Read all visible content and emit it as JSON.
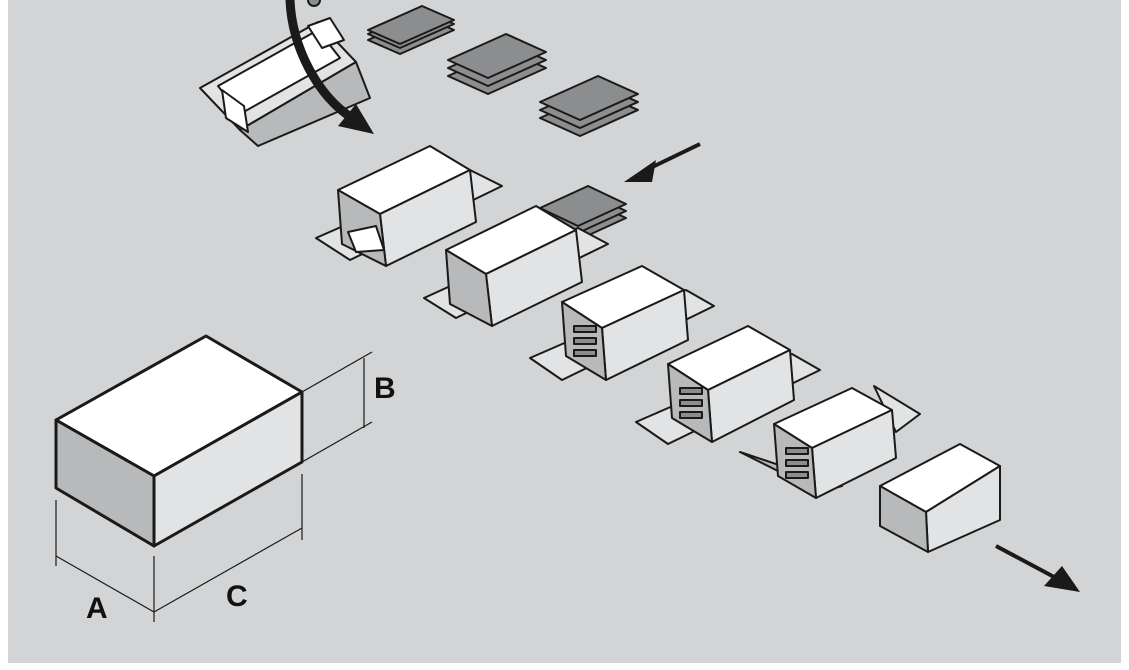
{
  "diagram": {
    "labels": {
      "a": "A",
      "b": "B",
      "c": "C"
    },
    "colors": {
      "page": "#ffffff",
      "background": "#d3d4d5",
      "stroke": "#1a1a1a",
      "face_light": "#ffffff",
      "face_mid": "#e2e3e4",
      "face_dark": "#b8b9ba",
      "tray": "#8c8d8f",
      "tray_base": "#d6d7d8"
    },
    "icons": {
      "arrow": "arrow-icon"
    }
  }
}
